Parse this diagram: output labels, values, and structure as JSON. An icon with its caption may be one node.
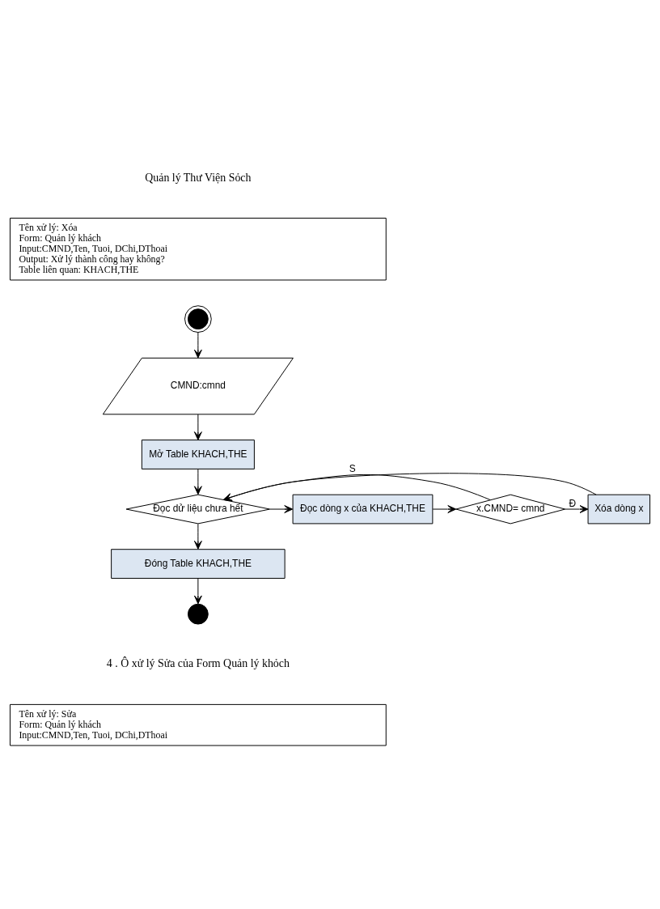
{
  "diagram": {
    "nodes": [
      {
        "text": [
          "Tên xử lý: Xóa",
          "Form: Quản lý khách",
          "Input:CMND,Ten, Tuoi, DChi,DThoai",
          "Output: Xử lý thành công hay không?",
          "Table liên quan: KHACH,THE"
        ]
      },
      {
        "text": [],
        "shape": "circle"
      },
      {
        "text": [
          "CMND:cmnd"
        ]
      },
      {
        "text": [
          "Mở Table KHACH,THE"
        ]
      },
      {
        "text": [
          "Đọc dử liệu chưa hết"
        ]
      },
      {
        "text": [
          "Đọc dòng x của KHACH,THE"
        ]
      },
      {
        "text": [
          "x.CMND= cmnd"
        ]
      },
      {
        "text": [
          "Xóa dòng x"
        ]
      },
      {
        "text": [
          "Đóng Table KHACH,THE"
        ]
      },
      {
        "text": [],
        "shape": "circle"
      },
      {
        "text": [
          "Tên xử lý: Sửa",
          "Form: Quản lý khách",
          "Input:CMND,Ten, Tuoi, DChi,DThoai"
        ]
      }
    ],
    "edges": [
      {
        "from": 1,
        "to": 2,
        "arrow": "to"
      },
      {
        "from": 2,
        "to": 3,
        "arrow": "to"
      },
      {
        "from": 3,
        "to": 4,
        "arrow": "to"
      },
      {
        "from": 4,
        "to": 5,
        "arrow": "to"
      },
      {
        "from": 5,
        "to": 6,
        "arrow": "to"
      },
      {
        "from": 6,
        "to": 4,
        "arrow": "to",
        "label": "S"
      },
      {
        "from": 6,
        "to": 7,
        "arrow": "to",
        "label": "Đ"
      },
      {
        "from": 7,
        "to": 4,
        "arrow": "to"
      },
      {
        "from": 4,
        "to": 8,
        "arrow": "to"
      },
      {
        "from": 8,
        "to": 9,
        "arrow": "to"
      }
    ],
    "labels": [
      "Quản lý Thư Viện Sỏch",
      "4 . Ô xử lý Sửa của Form Quản lý khỏch"
    ]
  }
}
